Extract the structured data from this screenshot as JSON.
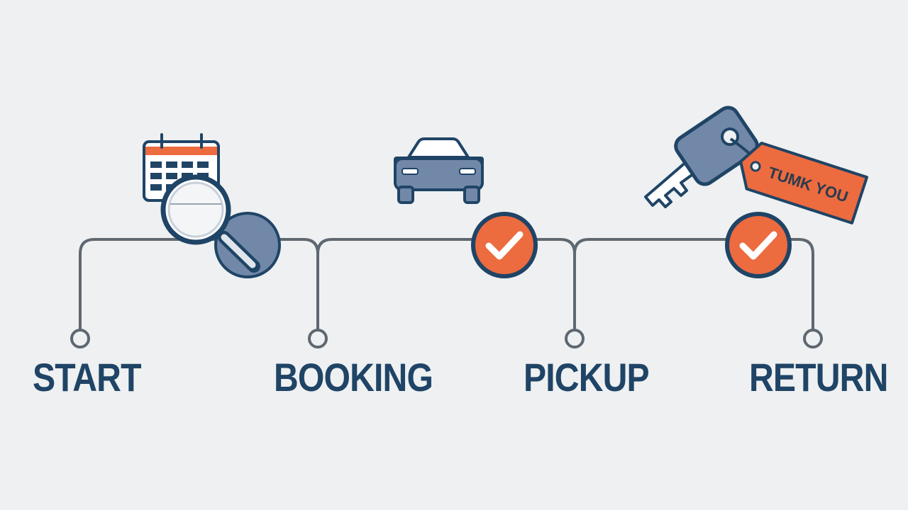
{
  "colors": {
    "background": "#eef0f1",
    "navy": "#1f4466",
    "line": "#5f6770",
    "accent_orange": "#ec6b3f",
    "slate_blue": "#7288a8"
  },
  "steps": [
    {
      "label": "START",
      "icon": "calendar-magnifier-icon",
      "status": "start"
    },
    {
      "label": "BOOKING",
      "icon": "car-icon",
      "status": "complete"
    },
    {
      "label": "PICKUP",
      "icon": "key-icon",
      "status": "complete"
    },
    {
      "label": "RETURN",
      "icon": "",
      "status": "end"
    }
  ],
  "key_tag": {
    "text": "TUMK YOU"
  }
}
